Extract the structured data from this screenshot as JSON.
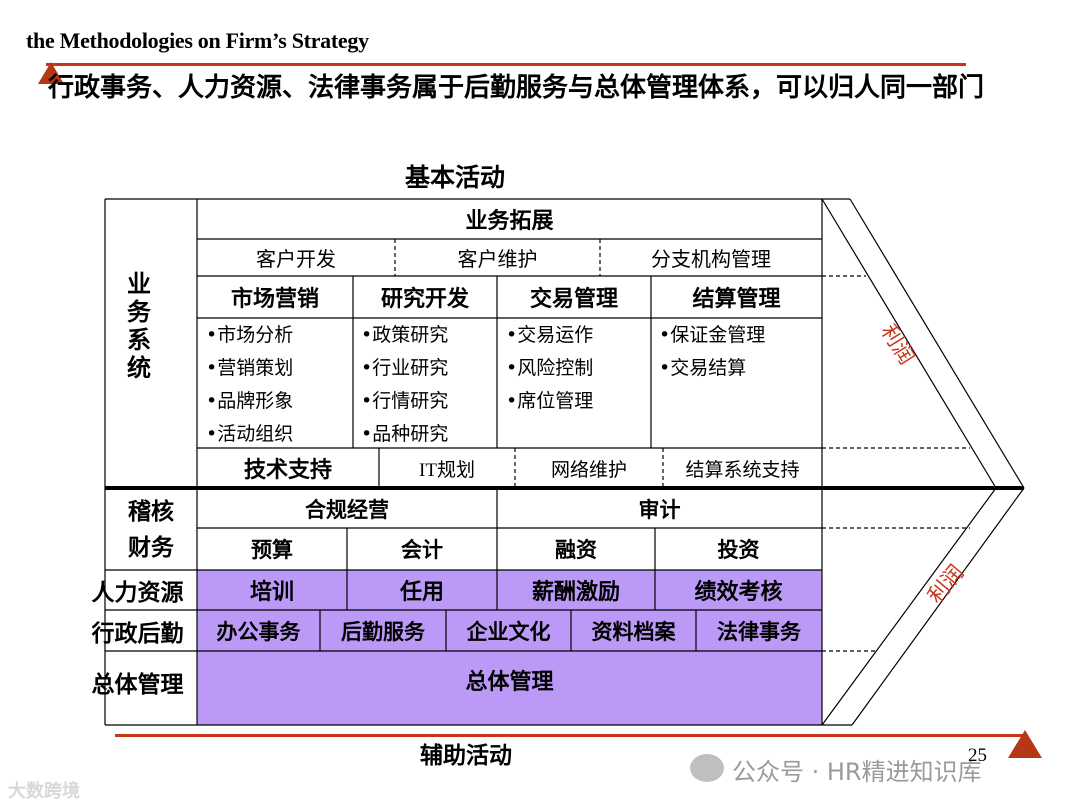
{
  "header": {
    "title": "the Methodologies on Firm’s Strategy"
  },
  "subtitle": "行政事务、人力资源、法律事务属于后勤服务与总体管理体系，可以归人同一部门",
  "diagram": {
    "basic_activity_label": "基本活动",
    "support_activity_label": "辅助活动",
    "business_system_label": "业务系统",
    "profit_label": "利润",
    "business_expansion": {
      "title": "业务拓展",
      "items": [
        "客户开发",
        "客户维护",
        "分支机构管理"
      ]
    },
    "columns": [
      {
        "title": "市场营销",
        "items": [
          "•市场分析",
          "•营销策划",
          "•品牌形象",
          "•活动组织"
        ]
      },
      {
        "title": "研究开发",
        "items": [
          "•政策研究",
          "•行业研究",
          "•行情研究",
          "•品种研究"
        ]
      },
      {
        "title": "交易管理",
        "items": [
          "•交易运作",
          "•风险控制",
          "•席位管理"
        ]
      },
      {
        "title": "结算管理",
        "items": [
          "•保证金管理",
          "•交易结算"
        ]
      }
    ],
    "tech_support": {
      "title": "技术支持",
      "items": [
        "IT规划",
        "网络维护",
        "结算系统支持"
      ]
    },
    "rows": {
      "audit": {
        "label": "稽核",
        "items": [
          "合规经营",
          "审计"
        ]
      },
      "finance": {
        "label": "财务",
        "items": [
          "预算",
          "会计",
          "融资",
          "投资"
        ]
      },
      "hr": {
        "label": "人力资源",
        "items": [
          "培训",
          "任用",
          "薪酬激励",
          "绩效考核"
        ]
      },
      "admin": {
        "label": "行政后勤",
        "items": [
          "办公事务",
          "后勤服务",
          "企业文化",
          "资料档案",
          "法律事务"
        ]
      },
      "general": {
        "label": "总体管理",
        "items": [
          "总体管理"
        ]
      }
    }
  },
  "page_number": "25",
  "watermark": "公众号 · HR精进知识库",
  "corner_watermark": "大数跨境",
  "colors": {
    "accent_red": "#c8351a",
    "highlight_purple": "#bb9af7"
  }
}
